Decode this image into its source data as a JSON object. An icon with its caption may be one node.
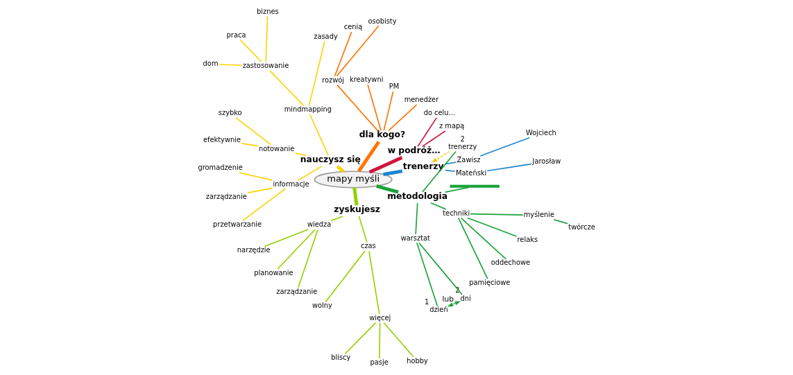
{
  "diagram": {
    "nodes": [
      {
        "text": [
          "mapy myśli"
        ]
      },
      {
        "text": [
          "trenerzy"
        ]
      },
      {
        "text": [
          "Mateński"
        ]
      },
      {
        "text": [
          "Jarosław"
        ]
      },
      {
        "text": [
          "Zawisz"
        ]
      },
      {
        "text": [
          "Wojciech"
        ]
      },
      {
        "text": [
          "w podróż…"
        ]
      },
      {
        "text": [
          "z mapą"
        ]
      },
      {
        "text": [
          "do celu..."
        ]
      },
      {
        "text": [
          "dla kogo?"
        ]
      },
      {
        "text": [
          "menedżer"
        ]
      },
      {
        "text": [
          "PM"
        ]
      },
      {
        "text": [
          "kreatywni"
        ]
      },
      {
        "text": [
          "rozwój"
        ]
      },
      {
        "text": [
          "osobisty"
        ]
      },
      {
        "text": [
          "cenią"
        ]
      },
      {
        "text": [
          "nauczysz się"
        ]
      },
      {
        "text": [
          "mindmapping"
        ]
      },
      {
        "text": [
          "zasady"
        ]
      },
      {
        "text": [
          "zastosowanie"
        ]
      },
      {
        "text": [
          "biznes"
        ]
      },
      {
        "text": [
          "praca"
        ]
      },
      {
        "text": [
          "dom"
        ]
      },
      {
        "text": [
          "notowanie"
        ]
      },
      {
        "text": [
          "szybko"
        ]
      },
      {
        "text": [
          "efektywnie"
        ]
      },
      {
        "text": [
          "informacje"
        ]
      },
      {
        "text": [
          "gromadzenie"
        ]
      },
      {
        "text": [
          "zarządzanie"
        ]
      },
      {
        "text": [
          "przetwarzanie"
        ]
      },
      {
        "text": [
          "zyskujesz"
        ]
      },
      {
        "text": [
          "wiedza"
        ]
      },
      {
        "text": [
          "narzędzie"
        ]
      },
      {
        "text": [
          "planowanie"
        ]
      },
      {
        "text": [
          "zarządzanie"
        ]
      },
      {
        "text": [
          "czas"
        ]
      },
      {
        "text": [
          "wolny"
        ]
      },
      {
        "text": [
          "więcej"
        ]
      },
      {
        "text": [
          "bliscy"
        ]
      },
      {
        "text": [
          "pasje"
        ]
      },
      {
        "text": [
          "hobby"
        ]
      },
      {
        "text": [
          "metodologia"
        ]
      },
      {
        "text": [
          "warsztat"
        ]
      },
      {
        "text": [
          "dzień"
        ],
        "beside": [
          "1"
        ]
      },
      {
        "text": [
          "dni"
        ],
        "beside": [
          "2"
        ]
      },
      {
        "text": [
          "2",
          "trenerzy"
        ]
      },
      {
        "text": [
          "techniki"
        ]
      },
      {
        "text": [
          "pamięciowe"
        ]
      },
      {
        "text": [
          "oddechowe"
        ]
      },
      {
        "text": [
          "relaks"
        ]
      },
      {
        "text": [
          "myślenie"
        ]
      },
      {
        "text": [
          "twórcze"
        ]
      },
      {
        "text": [],
        "shape": "bar"
      }
    ],
    "edges": [
      {
        "from": 0,
        "to": 1,
        "arrow": "none",
        "style": "thick",
        "color": "#1a86d0"
      },
      {
        "from": 1,
        "to": 2,
        "arrow": "none",
        "color": "#1a86d0"
      },
      {
        "from": 2,
        "to": 3,
        "arrow": "none",
        "color": "#1a86d0"
      },
      {
        "from": 1,
        "to": 4,
        "arrow": "none",
        "color": "#1a86d0"
      },
      {
        "from": 4,
        "to": 5,
        "arrow": "none",
        "color": "#1a86d0"
      },
      {
        "from": 0,
        "to": 6,
        "arrow": "none",
        "style": "thick",
        "color": "#d0143c"
      },
      {
        "from": 6,
        "to": 7,
        "arrow": "none",
        "color": "#d0143c"
      },
      {
        "from": 6,
        "to": 8,
        "arrow": "none",
        "color": "#d0143c"
      },
      {
        "from": 0,
        "to": 9,
        "arrow": "none",
        "style": "thick",
        "color": "#ff7300"
      },
      {
        "from": 9,
        "to": 10,
        "arrow": "none",
        "color": "#ff7300"
      },
      {
        "from": 9,
        "to": 11,
        "arrow": "none",
        "color": "#ff7300"
      },
      {
        "from": 9,
        "to": 12,
        "arrow": "none",
        "color": "#ff7300"
      },
      {
        "from": 9,
        "to": 13,
        "arrow": "none",
        "color": "#ff7300"
      },
      {
        "from": 13,
        "to": 14,
        "arrow": "none",
        "color": "#ff7300"
      },
      {
        "from": 13,
        "to": 15,
        "arrow": "none",
        "color": "#ff7300"
      },
      {
        "from": 0,
        "to": 16,
        "arrow": "none",
        "style": "thick",
        "color": "#ffd200"
      },
      {
        "from": 16,
        "to": 17,
        "arrow": "none",
        "color": "#ffd200"
      },
      {
        "from": 17,
        "to": 18,
        "arrow": "none",
        "color": "#ffd200"
      },
      {
        "from": 17,
        "to": 19,
        "arrow": "none",
        "color": "#ffd200"
      },
      {
        "from": 19,
        "to": 20,
        "arrow": "none",
        "color": "#ffd200"
      },
      {
        "from": 19,
        "to": 21,
        "arrow": "none",
        "color": "#ffd200"
      },
      {
        "from": 19,
        "to": 22,
        "arrow": "none",
        "color": "#ffd200"
      },
      {
        "from": 16,
        "to": 23,
        "arrow": "none",
        "color": "#ffd200"
      },
      {
        "from": 23,
        "to": 24,
        "arrow": "none",
        "color": "#ffd200"
      },
      {
        "from": 23,
        "to": 25,
        "arrow": "none",
        "color": "#ffd200"
      },
      {
        "from": 16,
        "to": 26,
        "arrow": "none",
        "color": "#ffd200"
      },
      {
        "from": 26,
        "to": 27,
        "arrow": "none",
        "color": "#ffd200"
      },
      {
        "from": 26,
        "to": 28,
        "arrow": "none",
        "color": "#ffd200"
      },
      {
        "from": 26,
        "to": 29,
        "arrow": "none",
        "color": "#ffd200"
      },
      {
        "from": 0,
        "to": 30,
        "arrow": "none",
        "style": "thick",
        "color": "#8fd400"
      },
      {
        "from": 30,
        "to": 31,
        "arrow": "none",
        "color": "#8fd400"
      },
      {
        "from": 31,
        "to": 32,
        "arrow": "none",
        "color": "#8fd400"
      },
      {
        "from": 31,
        "to": 33,
        "arrow": "none",
        "color": "#8fd400"
      },
      {
        "from": 31,
        "to": 34,
        "arrow": "none",
        "color": "#8fd400"
      },
      {
        "from": 30,
        "to": 35,
        "arrow": "none",
        "color": "#8fd400"
      },
      {
        "from": 35,
        "to": 36,
        "arrow": "none",
        "color": "#8fd400"
      },
      {
        "from": 35,
        "to": 37,
        "arrow": "none",
        "color": "#8fd400"
      },
      {
        "from": 37,
        "to": 38,
        "arrow": "none",
        "color": "#8fd400"
      },
      {
        "from": 37,
        "to": 39,
        "arrow": "none",
        "color": "#8fd400"
      },
      {
        "from": 37,
        "to": 40,
        "arrow": "none",
        "color": "#8fd400"
      },
      {
        "from": 0,
        "to": 41,
        "arrow": "none",
        "style": "thick",
        "color": "#1aa33a"
      },
      {
        "from": 41,
        "to": 42,
        "arrow": "none",
        "color": "#1aa33a"
      },
      {
        "from": 42,
        "to": 43,
        "arrow": "none",
        "color": "#1aa33a"
      },
      {
        "from": 42,
        "to": 44,
        "arrow": "none",
        "color": "#1aa33a"
      },
      {
        "from": 41,
        "to": 45,
        "arrow": "none",
        "color": "#1aa33a"
      },
      {
        "from": 41,
        "to": 46,
        "arrow": "none",
        "color": "#1aa33a"
      },
      {
        "from": 46,
        "to": 47,
        "arrow": "none",
        "color": "#1aa33a"
      },
      {
        "from": 46,
        "to": 48,
        "arrow": "none",
        "color": "#1aa33a"
      },
      {
        "from": 46,
        "to": 49,
        "arrow": "none",
        "color": "#1aa33a"
      },
      {
        "from": 46,
        "to": 50,
        "arrow": "none",
        "color": "#1aa33a"
      },
      {
        "from": 50,
        "to": 51,
        "arrow": "none",
        "color": "#1aa33a"
      },
      {
        "from": 41,
        "to": 52,
        "arrow": "none",
        "color": "#1aa33a"
      },
      {
        "from": 44,
        "to": 43,
        "arrow": "both",
        "label": "lub",
        "style": "dashed",
        "color": "#1aa33a"
      },
      {
        "from": 45,
        "to": 1,
        "arrow": "to",
        "style": "dashed",
        "color": "#f5c400"
      }
    ]
  }
}
